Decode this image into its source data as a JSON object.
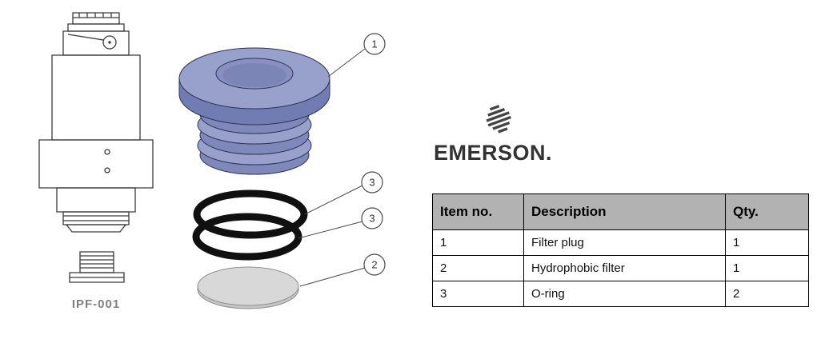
{
  "drawing": {
    "label": "IPF-001"
  },
  "exploded": {
    "callouts": [
      {
        "label": "1"
      },
      {
        "label": "3"
      },
      {
        "label": "3"
      },
      {
        "label": "2"
      }
    ]
  },
  "brand": {
    "name": "EMERSON."
  },
  "parts_table": {
    "headers": [
      "Item no.",
      "Description",
      "Qty."
    ],
    "rows": [
      {
        "item": "1",
        "description": "Filter  plug",
        "qty": "1"
      },
      {
        "item": "2",
        "description": "Hydrophobic  filter",
        "qty": "1"
      },
      {
        "item": "3",
        "description": "O-ring",
        "qty": "2"
      }
    ]
  },
  "colors": {
    "plug_main": "#98a1cc",
    "plug_shade": "#7e88ba",
    "plug_side": "#717cb2",
    "plug_hole": "#8790c0",
    "plug_bore": "#7b85b6",
    "oring": "#101010",
    "filter_disc": "#d8d8d8",
    "filter_disc_edge": "#c6c6c6",
    "line_art": "#3a3a3a",
    "table_header_bg": "#b2b2b2",
    "brand_color": "#333333"
  }
}
